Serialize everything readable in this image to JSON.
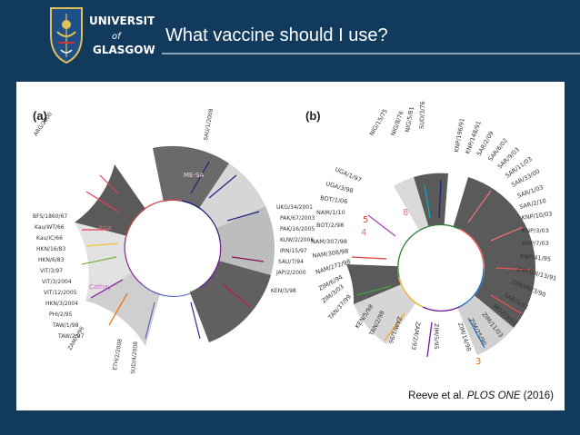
{
  "slide": {
    "title": "What vaccine should I use?",
    "logo": {
      "line1": "UNIVERSITY",
      "line2": "of",
      "line3": "GLASGOW"
    }
  },
  "figure": {
    "panel_a_label": "(a)",
    "panel_b_label": "(b)",
    "panel_a_regions": [
      "ME-SA",
      "Cathay",
      "Asia"
    ],
    "panel_b_markers": [
      "8",
      "5",
      "4",
      "3"
    ],
    "panel_a_leaves_left": [
      "ARG/2000",
      "BFS/1860/67",
      "Kau/WT/66",
      "Kau/IC/66",
      "HKN/16/83",
      "HKN/6/83",
      "VIT/3/97",
      "VIT/3/2004",
      "VIT/12/2005",
      "HKN/3/2004",
      "PHI/2/95",
      "TAW/1/98",
      "TAW/2/97",
      "ZAM/2/96",
      "ETH/2/2008",
      "SUD/4/2008"
    ],
    "panel_a_leaves_right": [
      "SAU/1/2008",
      "UKG/34/2001",
      "PAK/67/2003",
      "PAK/16/2005",
      "KUW/2/2006",
      "IRN/15/97",
      "SAU/7/94",
      "JAP/2/2000",
      "KEN/3/98"
    ],
    "panel_b_leaves": [
      "NIG/15/75",
      "NIG/8/76",
      "NIG/5/81",
      "SUD/3/76",
      "KNP/196/91",
      "KNP/148/91",
      "SAR/2/09",
      "SAR/6/02",
      "SAR/9/03",
      "SAR/11/03",
      "SAR/33/00",
      "SAR/1/03",
      "SAR/2/10",
      "KNP/10/03",
      "KNP/3/03",
      "KNP/7/03",
      "KNP/41/95",
      "ZIM/GN/13/91",
      "ZIM/HV/3/90",
      "SAR/9/81",
      "MOZ/3/02",
      "ZIM/11/03",
      "ZIM/25/90",
      "ZIM/14/98",
      "ZIM/5/95",
      "ZAM/2/93",
      "ZAM/1/96",
      "TAN/2/98",
      "KEN/5/98",
      "TAN/37/99",
      "ZIM/3/03",
      "ZIM/6/94",
      "NAM/272/98",
      "NAM/308/98",
      "NAM/307/98",
      "BOT/2/98",
      "NAM/1/10",
      "BOT/1/06",
      "UGA/3/98",
      "UGA/1/97"
    ],
    "citation_author": "Reeve et al.",
    "citation_journal": "PLOS ONE",
    "citation_year": "(2016)"
  },
  "colors": {
    "background": "#113a5c",
    "clade_grey": "#5a5a5a",
    "clade_light": "#d0d0d0"
  }
}
